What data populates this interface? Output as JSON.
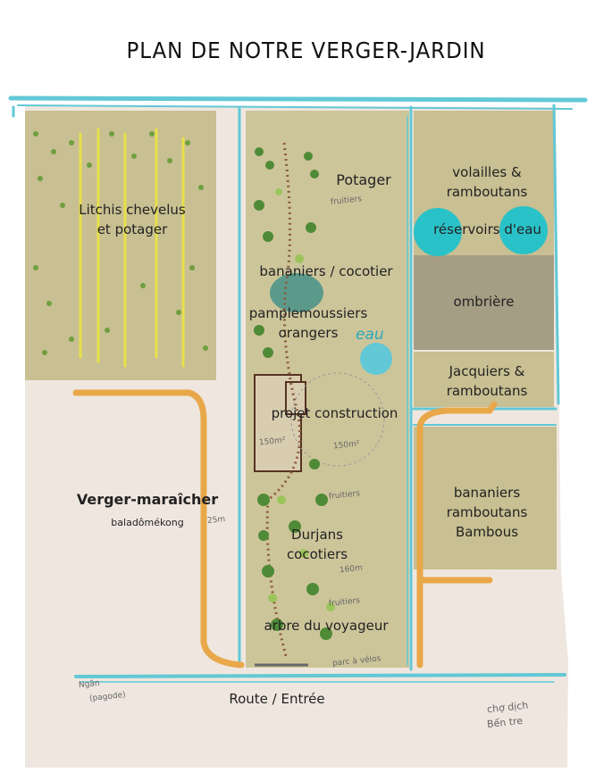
{
  "title": "PLAN DE NOTRE VERGER-JARDIN",
  "zones": {
    "litchis": "Litchis chevelus\net potager",
    "potager": "Potager",
    "bananiers_cocotier": "bananiers / cocotier",
    "pamplemoussiers": "pamplemoussiers\norangers",
    "projet": "projet construction",
    "durians": "Durjans\ncocotiers",
    "arbre": "arbre du voyageur",
    "volailles": "volailles &\nramboutans",
    "reservoirs": "réservoirs d'eau",
    "ombriere": "ombrière",
    "jacquiers": "Jacquiers &\nramboutans",
    "bambous": "bananiers\nramboutans\nBambous",
    "verger": "Verger-maraîcher",
    "balado": "baladômékong",
    "route": "Route / Entrée"
  },
  "handwritten": {
    "eau": "eau",
    "size": "150m²",
    "size2": "150m²",
    "parc": "parc à vélos",
    "cho_dich": "chợ dịch",
    "ben_tre": "Bến tre",
    "ngan": "Ngãn",
    "pagoda": "(pagode)",
    "fruitiers1": "fruitiers",
    "fruitiers2": "fruitiers",
    "fruitiers3": "fruitiers",
    "scale": "25m",
    "len": "160m"
  },
  "colors": {
    "khaki": "#c8bf92",
    "water": "#62c8d6",
    "path": "#e8a84a",
    "shade": "#a59d84",
    "ground": "#efe7df"
  }
}
